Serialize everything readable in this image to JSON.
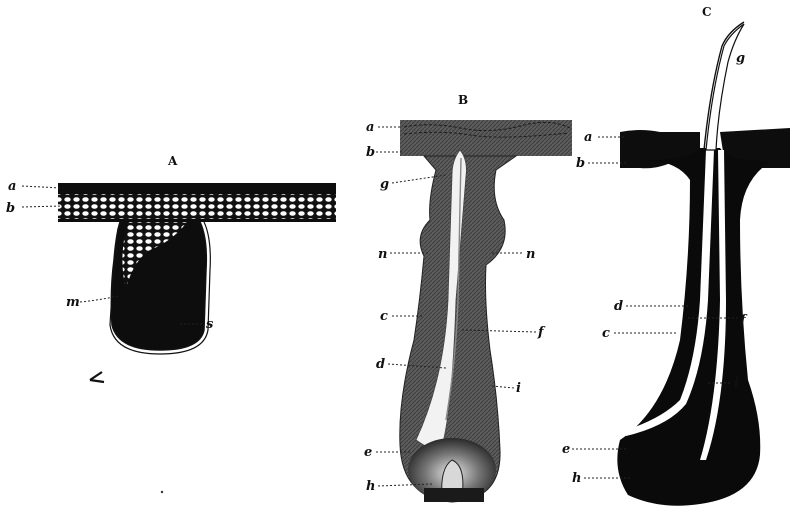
{
  "panels": {
    "A": {
      "title": "A",
      "labels": {
        "a": "a",
        "b": "b",
        "m": "m",
        "s": "s"
      }
    },
    "B": {
      "title": "B",
      "labels": {
        "a": "a",
        "b": "b",
        "g": "g",
        "n_left": "n",
        "n_right": "n",
        "c": "c",
        "f": "f",
        "d": "d",
        "i": "i",
        "e": "e",
        "h": "h"
      }
    },
    "C": {
      "title": "C",
      "labels": {
        "g": "g",
        "a": "a",
        "b": "b",
        "d": "d",
        "f": "f",
        "c": "c",
        "i": "i",
        "e": "e",
        "h": "h"
      }
    }
  },
  "colors": {
    "ink": "#111111",
    "tissue": "#5a5a5a",
    "paper": "#ffffff"
  }
}
